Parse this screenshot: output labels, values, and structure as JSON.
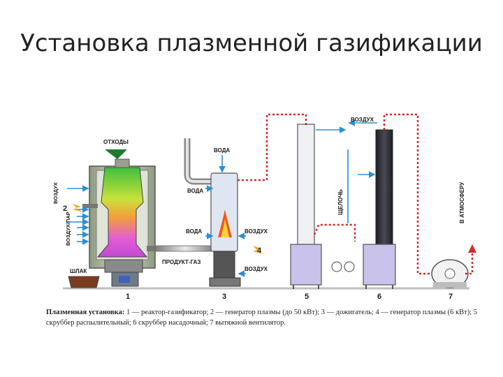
{
  "slide": {
    "title": "Установка плазменной газификации"
  },
  "diagram": {
    "labels": {
      "waste": "ОТХОДЫ",
      "air_left": "ВОЗДУХ",
      "air_steam": "ВОЗДУХ/ПАР",
      "slag": "ШЛАК",
      "product_gas": "ПРОДУКТ-ГАЗ",
      "water_top": "ВОДА",
      "water_mid": "ВОДА",
      "water_low": "ВОДА",
      "air_burner": "ВОЗДУХ",
      "air_bottom": "ВОЗДУХ",
      "alkali": "ЩЕЛОЧЬ",
      "air_top": "ВОЗДУХ",
      "to_atmosphere": "В АТМОСФЕРУ"
    },
    "numbers": {
      "n1": "1",
      "n2": "2",
      "n3": "3",
      "n4": "4",
      "n5": "5",
      "n6": "6",
      "n7": "7"
    },
    "colors": {
      "gas_line": "#d42a2a",
      "water_line": "#2a8fd4",
      "liquid": "#c9c2ea",
      "reactor_body": "#b8c4a8",
      "green_plasma": "#3fbf3f",
      "pink_plasma": "#e35bd6"
    }
  },
  "caption": {
    "heading": "Плазменная установка:",
    "text": " 1 — реактор-газификатор; 2 — генератор плазмы (до 50 кВт); 3 — дожигатель; 4 — генератор плазмы (6 кВт); 5 скруббер распылительный; 6 скруббер насадочный; 7 вытяжной вентилятор."
  }
}
